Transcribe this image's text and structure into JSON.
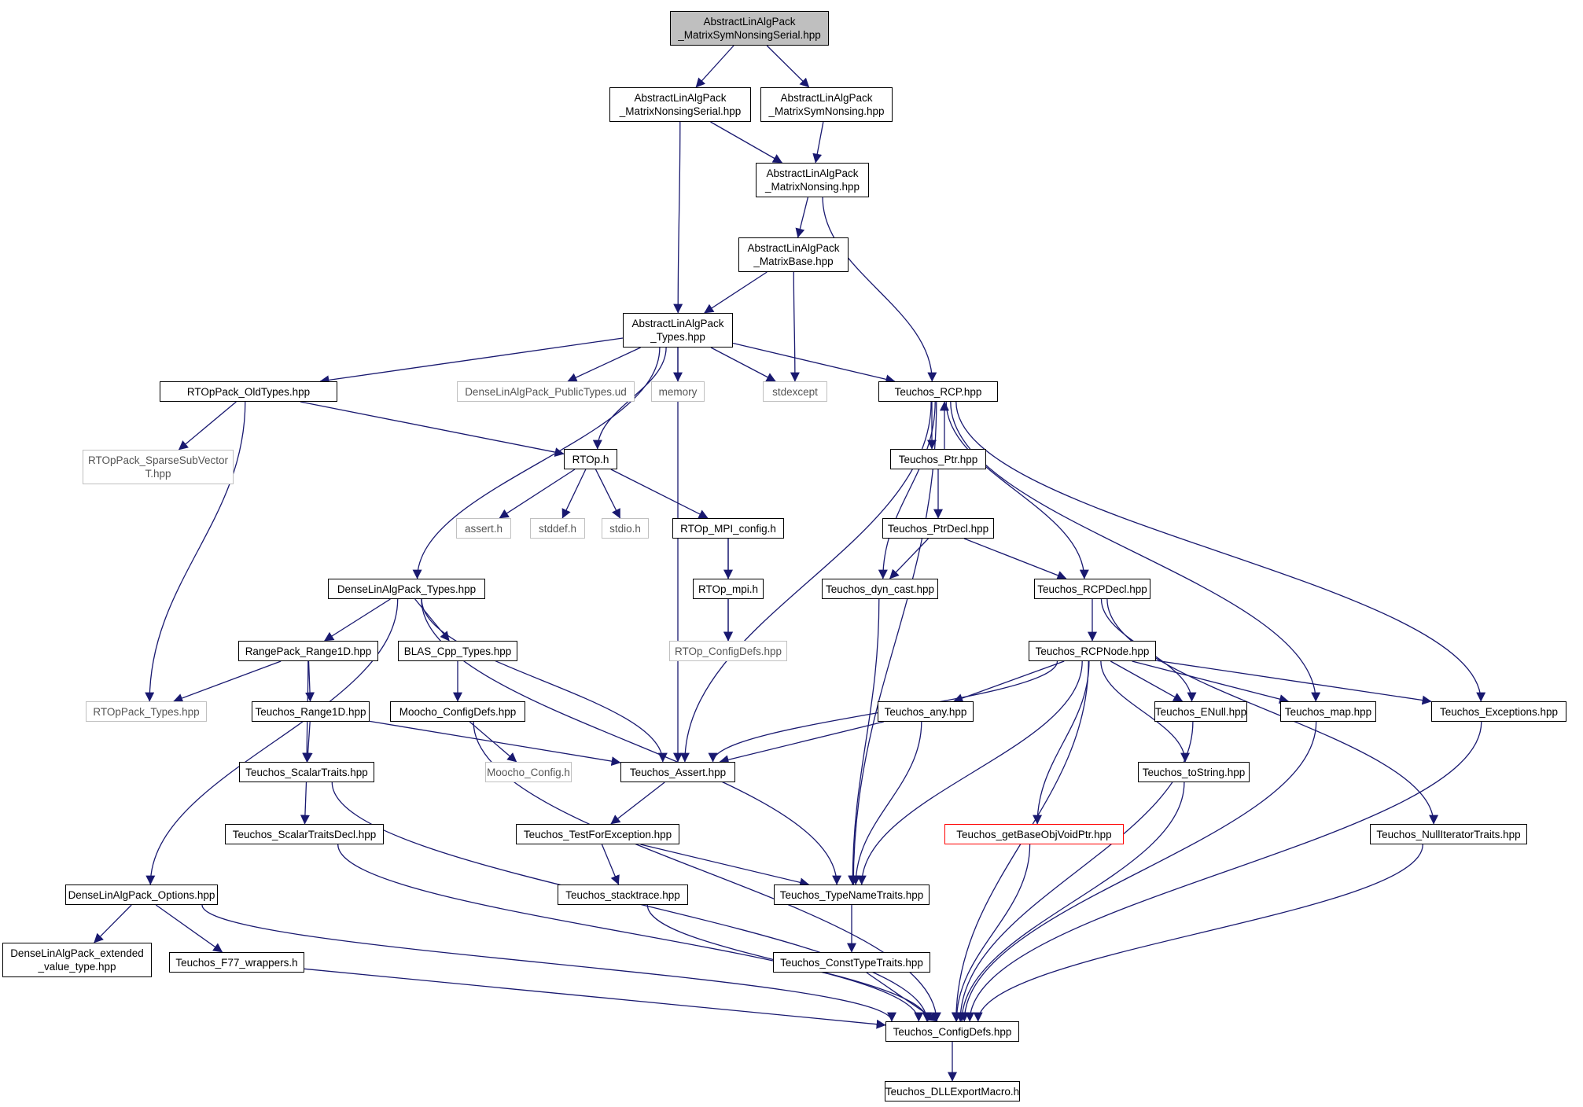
{
  "colors": {
    "edge": "#191970",
    "node_border": "#000000",
    "external_border": "#c0c0c0",
    "truncated_border": "#ff0000",
    "focus_fill": "#bfbfbf"
  },
  "nodes": [
    {
      "id": "root",
      "label": "AbstractLinAlgPack\n_MatrixSymNonsingSerial.hpp",
      "kind": "focus"
    },
    {
      "id": "mnsser",
      "label": "AbstractLinAlgPack\n_MatrixNonsingSerial.hpp",
      "kind": "normal"
    },
    {
      "id": "msymns",
      "label": "AbstractLinAlgPack\n_MatrixSymNonsing.hpp",
      "kind": "normal"
    },
    {
      "id": "mns",
      "label": "AbstractLinAlgPack\n_MatrixNonsing.hpp",
      "kind": "normal"
    },
    {
      "id": "mbase",
      "label": "AbstractLinAlgPack\n_MatrixBase.hpp",
      "kind": "normal"
    },
    {
      "id": "types",
      "label": "AbstractLinAlgPack\n_Types.hpp",
      "kind": "normal"
    },
    {
      "id": "rtopold",
      "label": "RTOpPack_OldTypes.hpp",
      "kind": "normal"
    },
    {
      "id": "dlapub",
      "label": "DenseLinAlgPack_PublicTypes.ud",
      "kind": "external"
    },
    {
      "id": "memory",
      "label": "memory",
      "kind": "external"
    },
    {
      "id": "stdexcept",
      "label": "stdexcept",
      "kind": "external"
    },
    {
      "id": "rcp",
      "label": "Teuchos_RCP.hpp",
      "kind": "normal"
    },
    {
      "id": "sparsesub",
      "label": "RTOpPack_SparseSubVector\nT.hpp",
      "kind": "external"
    },
    {
      "id": "rtoph",
      "label": "RTOp.h",
      "kind": "normal"
    },
    {
      "id": "ptr",
      "label": "Teuchos_Ptr.hpp",
      "kind": "normal"
    },
    {
      "id": "asserth",
      "label": "assert.h",
      "kind": "external"
    },
    {
      "id": "stddef",
      "label": "stddef.h",
      "kind": "external"
    },
    {
      "id": "stdio",
      "label": "stdio.h",
      "kind": "external"
    },
    {
      "id": "mpiconfig",
      "label": "RTOp_MPI_config.h",
      "kind": "normal"
    },
    {
      "id": "ptrdecl",
      "label": "Teuchos_PtrDecl.hpp",
      "kind": "normal"
    },
    {
      "id": "dlatypes",
      "label": "DenseLinAlgPack_Types.hpp",
      "kind": "normal"
    },
    {
      "id": "rtopmpi",
      "label": "RTOp_mpi.h",
      "kind": "normal"
    },
    {
      "id": "dyncast",
      "label": "Teuchos_dyn_cast.hpp",
      "kind": "normal"
    },
    {
      "id": "rcpdecl",
      "label": "Teuchos_RCPDecl.hpp",
      "kind": "normal"
    },
    {
      "id": "range1dpk",
      "label": "RangePack_Range1D.hpp",
      "kind": "normal"
    },
    {
      "id": "blas",
      "label": "BLAS_Cpp_Types.hpp",
      "kind": "normal"
    },
    {
      "id": "rtopcfg",
      "label": "RTOp_ConfigDefs.hpp",
      "kind": "external"
    },
    {
      "id": "rcpnode",
      "label": "Teuchos_RCPNode.hpp",
      "kind": "normal"
    },
    {
      "id": "rtoptypes",
      "label": "RTOpPack_Types.hpp",
      "kind": "external"
    },
    {
      "id": "range1d",
      "label": "Teuchos_Range1D.hpp",
      "kind": "normal"
    },
    {
      "id": "moochocfgdefs",
      "label": "Moocho_ConfigDefs.hpp",
      "kind": "normal"
    },
    {
      "id": "any",
      "label": "Teuchos_any.hpp",
      "kind": "normal"
    },
    {
      "id": "enull",
      "label": "Teuchos_ENull.hpp",
      "kind": "normal"
    },
    {
      "id": "map",
      "label": "Teuchos_map.hpp",
      "kind": "normal"
    },
    {
      "id": "exceptions",
      "label": "Teuchos_Exceptions.hpp",
      "kind": "normal"
    },
    {
      "id": "scalartraits",
      "label": "Teuchos_ScalarTraits.hpp",
      "kind": "normal"
    },
    {
      "id": "moochocfg",
      "label": "Moocho_Config.h",
      "kind": "external"
    },
    {
      "id": "assert",
      "label": "Teuchos_Assert.hpp",
      "kind": "normal"
    },
    {
      "id": "tostring",
      "label": "Teuchos_toString.hpp",
      "kind": "normal"
    },
    {
      "id": "scalartraitsdecl",
      "label": "Teuchos_ScalarTraitsDecl.hpp",
      "kind": "normal"
    },
    {
      "id": "testforexc",
      "label": "Teuchos_TestForException.hpp",
      "kind": "normal"
    },
    {
      "id": "getbase",
      "label": "Teuchos_getBaseObjVoidPtr.hpp",
      "kind": "truncated"
    },
    {
      "id": "nulliter",
      "label": "Teuchos_NullIteratorTraits.hpp",
      "kind": "normal"
    },
    {
      "id": "dlaopts",
      "label": "DenseLinAlgPack_Options.hpp",
      "kind": "normal"
    },
    {
      "id": "stacktrace",
      "label": "Teuchos_stacktrace.hpp",
      "kind": "normal"
    },
    {
      "id": "typename",
      "label": "Teuchos_TypeNameTraits.hpp",
      "kind": "normal"
    },
    {
      "id": "dlaext",
      "label": "DenseLinAlgPack_extended\n_value_type.hpp",
      "kind": "normal"
    },
    {
      "id": "f77",
      "label": "Teuchos_F77_wrappers.h",
      "kind": "normal"
    },
    {
      "id": "consttype",
      "label": "Teuchos_ConstTypeTraits.hpp",
      "kind": "normal"
    },
    {
      "id": "configdefs",
      "label": "Teuchos_ConfigDefs.hpp",
      "kind": "normal"
    },
    {
      "id": "dllexport",
      "label": "Teuchos_DLLExportMacro.h",
      "kind": "normal"
    }
  ],
  "edges": [
    [
      "root",
      "mnsser"
    ],
    [
      "root",
      "msymns"
    ],
    [
      "mnsser",
      "mns"
    ],
    [
      "mnsser",
      "types"
    ],
    [
      "msymns",
      "mns"
    ],
    [
      "mns",
      "mbase"
    ],
    [
      "mns",
      "rcp"
    ],
    [
      "mbase",
      "types"
    ],
    [
      "mbase",
      "stdexcept"
    ],
    [
      "types",
      "rtopold"
    ],
    [
      "types",
      "dlapub"
    ],
    [
      "types",
      "memory"
    ],
    [
      "types",
      "stdexcept"
    ],
    [
      "types",
      "rcp"
    ],
    [
      "types",
      "rtoph"
    ],
    [
      "types",
      "dlatypes"
    ],
    [
      "types",
      "assert"
    ],
    [
      "rtopold",
      "sparsesub"
    ],
    [
      "rtopold",
      "rtoph"
    ],
    [
      "rtopold",
      "rtoptypes"
    ],
    [
      "rtoph",
      "asserth"
    ],
    [
      "rtoph",
      "stddef"
    ],
    [
      "rtoph",
      "stdio"
    ],
    [
      "rtoph",
      "mpiconfig"
    ],
    [
      "mpiconfig",
      "rtopmpi"
    ],
    [
      "mpiconfig",
      "rtopcfg"
    ],
    [
      "rtopmpi",
      "rtopcfg"
    ],
    [
      "rcp",
      "ptr"
    ],
    [
      "rcp",
      "dyncast"
    ],
    [
      "rcp",
      "rcpdecl"
    ],
    [
      "rcp",
      "assert"
    ],
    [
      "rcp",
      "typename"
    ],
    [
      "rcp",
      "map"
    ],
    [
      "rcp",
      "exceptions"
    ],
    [
      "ptr",
      "rcp"
    ],
    [
      "ptr",
      "ptrdecl"
    ],
    [
      "ptrdecl",
      "dyncast"
    ],
    [
      "ptrdecl",
      "rcpdecl"
    ],
    [
      "dyncast",
      "typename"
    ],
    [
      "rcpdecl",
      "rcpnode"
    ],
    [
      "rcpdecl",
      "enull"
    ],
    [
      "rcpdecl",
      "nulliter"
    ],
    [
      "rcpnode",
      "assert"
    ],
    [
      "rcpnode",
      "any"
    ],
    [
      "rcpnode",
      "typename"
    ],
    [
      "rcpnode",
      "getbase"
    ],
    [
      "rcpnode",
      "configdefs"
    ],
    [
      "rcpnode",
      "tostring"
    ],
    [
      "rcpnode",
      "enull"
    ],
    [
      "rcpnode",
      "map"
    ],
    [
      "rcpnode",
      "exceptions"
    ],
    [
      "dlatypes",
      "range1dpk"
    ],
    [
      "dlatypes",
      "blas"
    ],
    [
      "dlatypes",
      "assert"
    ],
    [
      "dlatypes",
      "typename"
    ],
    [
      "dlatypes",
      "dlaopts"
    ],
    [
      "range1dpk",
      "rtoptypes"
    ],
    [
      "range1dpk",
      "range1d"
    ],
    [
      "range1dpk",
      "scalartraits"
    ],
    [
      "blas",
      "moochocfgdefs"
    ],
    [
      "range1d",
      "scalartraits"
    ],
    [
      "range1d",
      "assert"
    ],
    [
      "moochocfgdefs",
      "moochocfg"
    ],
    [
      "moochocfgdefs",
      "configdefs"
    ],
    [
      "any",
      "assert"
    ],
    [
      "any",
      "typename"
    ],
    [
      "scalartraits",
      "scalartraitsdecl"
    ],
    [
      "scalartraits",
      "configdefs"
    ],
    [
      "assert",
      "testforexc"
    ],
    [
      "testforexc",
      "stacktrace"
    ],
    [
      "testforexc",
      "typename"
    ],
    [
      "scalartraitsdecl",
      "configdefs"
    ],
    [
      "stacktrace",
      "configdefs"
    ],
    [
      "typename",
      "consttype"
    ],
    [
      "consttype",
      "configdefs"
    ],
    [
      "getbase",
      "configdefs"
    ],
    [
      "tostring",
      "configdefs"
    ],
    [
      "enull",
      "configdefs"
    ],
    [
      "map",
      "configdefs"
    ],
    [
      "exceptions",
      "configdefs"
    ],
    [
      "nulliter",
      "configdefs"
    ],
    [
      "dlaopts",
      "dlaext"
    ],
    [
      "dlaopts",
      "f77"
    ],
    [
      "dlaopts",
      "configdefs"
    ],
    [
      "f77",
      "configdefs"
    ],
    [
      "configdefs",
      "dllexport"
    ]
  ]
}
